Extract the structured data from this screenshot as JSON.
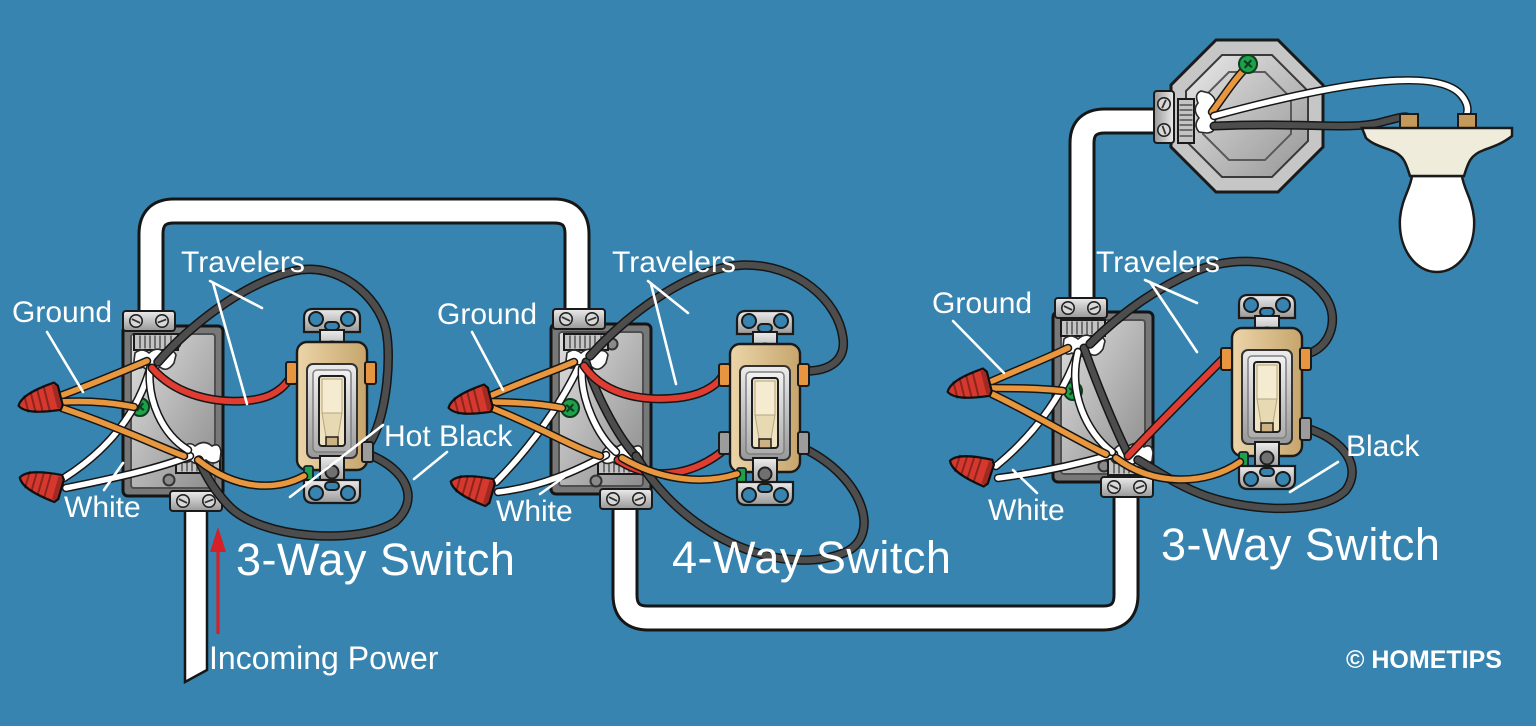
{
  "labels": {
    "left": {
      "ground": "Ground",
      "travelers": "Travelers",
      "white": "White",
      "switch_name": "3-Way Switch",
      "incoming_power": "Incoming Power"
    },
    "middle": {
      "ground": "Ground",
      "hot_black": "Hot Black",
      "white": "White",
      "travelers": "Travelers",
      "switch_name": "4-Way Switch"
    },
    "right": {
      "ground": "Ground",
      "travelers": "Travelers",
      "white": "White",
      "black": "Black",
      "switch_name": "3-Way Switch"
    },
    "copyright": "© HOMETIPS"
  },
  "colors": {
    "background": "#3684af",
    "label_text": "#ffffff",
    "wire_white": "#ffffff",
    "wire_red": "#e03c31",
    "wire_orange": "#e8973f",
    "wire_dark": "#4d4d4d",
    "wire_outline": "#161616",
    "wire_nut_red": "#d6382e",
    "ground_screw_green": "#1fa04a",
    "arrow_red": "#d42027"
  }
}
